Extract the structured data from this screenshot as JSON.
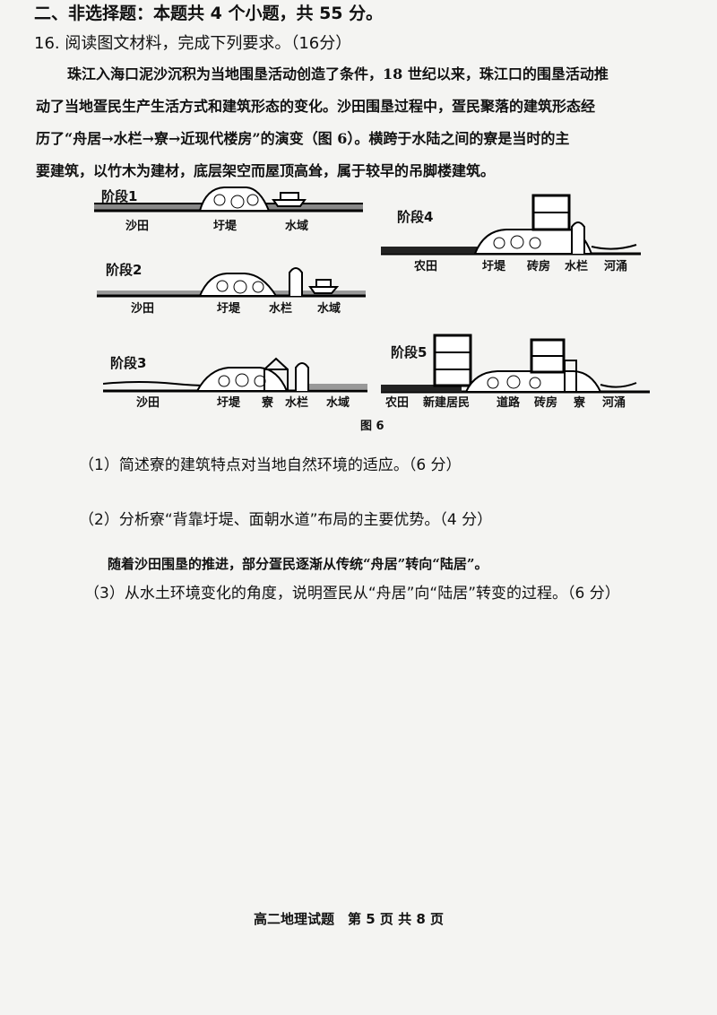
{
  "section_title": "二、非选择题：本题共 4 个小题，共 55 分。",
  "question16": {
    "title": "16. 阅读图文材料，完成下列要求。（16分）",
    "material_lines": [
      "珠江入海口泥沙沉积为当地围垦活动创造了条件，18 世纪以来，珠江口的围垦活动推",
      "动了当地疍民生产生活方式和建筑形态的变化。沙田围垦过程中，疍民聚落的建筑形态经",
      "历了“舟居→水栏→寮→近现代楼房”的演变（图 6）。横跨于水陆之间的寮是当时的主",
      "要建筑，以竹木为建材，底层架空而屋顶高耸，属于较早的吊脚楼建筑。"
    ],
    "figure": {
      "caption": "图 6",
      "stages": [
        {
          "name": "阶段1",
          "labels": [
            "沙田",
            "圩堤",
            "水域"
          ]
        },
        {
          "name": "阶段2",
          "labels": [
            "沙田",
            "圩堤",
            "水栏",
            "水域"
          ]
        },
        {
          "name": "阶段3",
          "labels": [
            "沙田",
            "圩堤",
            "寮",
            "水栏",
            "水域"
          ]
        },
        {
          "name": "阶段4",
          "labels": [
            "农田",
            "圩堤",
            "砖房",
            "水栏",
            "河涌"
          ]
        },
        {
          "name": "阶段5",
          "labels": [
            "农田",
            "新建居民",
            "道路",
            "砖房",
            "寮",
            "河涌"
          ]
        }
      ]
    },
    "sub1": "（1）简述寮的建筑特点对当地自然环境的适应。（6 分）",
    "sub2": "（2）分析寮“背靠圩堤、面朝水道”布局的主要优势。（4 分）",
    "extra_material": "随着沙田围垦的推进，部分疍民逐渐从传统“舟居”转向“陆居”。",
    "sub3": "（3）从水土环境变化的角度，说明疍民从“舟居”向“陆居”转变的过程。（6 分）"
  },
  "footer": "高二地理试题　第 5 页 共 8 页"
}
